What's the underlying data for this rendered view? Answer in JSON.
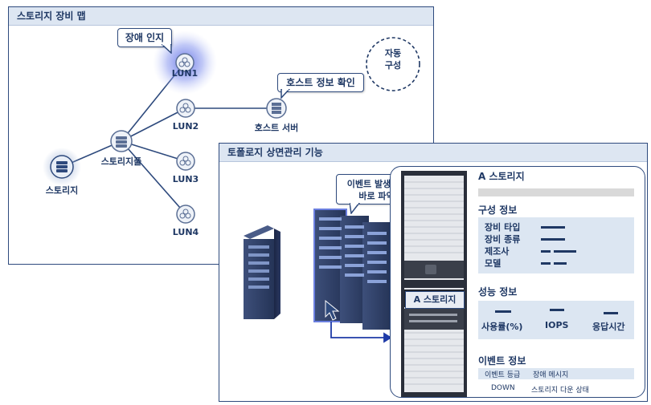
{
  "map_panel": {
    "title": "스토리지 장비 맵",
    "auto_layout": "자동\n구성",
    "callout_fault": "장애 인지",
    "callout_host": "호스트 정보 확인",
    "nodes": {
      "storage": "스토리지",
      "pool": "스토리지풀",
      "lun1": "LUN1",
      "lun2": "LUN2",
      "lun3": "LUN3",
      "lun4": "LUN4",
      "host": "호스트 서버"
    }
  },
  "topology_panel": {
    "title": "토폴로지 상면관리 기능",
    "callout_event": "이벤트 발생 위치\n바로 파악!",
    "rack_label": "A 스토리지",
    "detail": {
      "name": "A 스토리지",
      "config_title": "구성 정보",
      "config_items": [
        "장비 타입",
        "장비 종류",
        "제조사",
        "모델"
      ],
      "perf_title": "성능 정보",
      "perf_items": [
        "사용률(%)",
        "IOPS",
        "응답시간"
      ],
      "event_title": "이벤트 정보",
      "event_headers": [
        "이벤트 등급",
        "장애 메시지"
      ],
      "event_row": [
        "DOWN",
        "스토리지 다운 상태"
      ]
    }
  },
  "colors": {
    "navy": "#1f3864",
    "border": "#2e4a7d",
    "light_blue": "#dce6f2",
    "glow": "#6b7fe0"
  }
}
